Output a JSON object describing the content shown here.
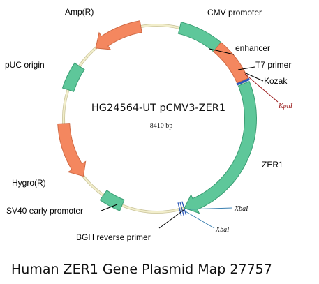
{
  "plasmid": {
    "name": "HG24564-UT pCMV3-ZER1",
    "size": "8410 bp"
  },
  "caption": "Human ZER1 Gene Plasmid Map 27757",
  "colors": {
    "backbone": "#f2eecb",
    "backbone_edge": "#c9c39a",
    "green_fill": "#5ec79a",
    "green_edge": "#3a9e74",
    "orange_fill": "#f4875f",
    "orange_edge": "#cf6a45",
    "blue_mark": "#2b57b8",
    "site_kpn": "#9a1a1a",
    "site_xba": "#2a5fa0",
    "leader": "#000000",
    "leader_blue": "#3a7fb0"
  },
  "labels": {
    "cmv": "CMV promoter",
    "enhancer": "enhancer",
    "t7": "T7 primer",
    "kozak": "Kozak",
    "kpni": "KpnI",
    "zer1": "ZER1",
    "xbai_1": "XbaI",
    "xbai_2": "XbaI",
    "bgh": "BGH reverse primer",
    "sv40": "SV40 early promoter",
    "hygro": "Hygro(R)",
    "puc": "pUC origin",
    "amp": "Amp(R)"
  }
}
